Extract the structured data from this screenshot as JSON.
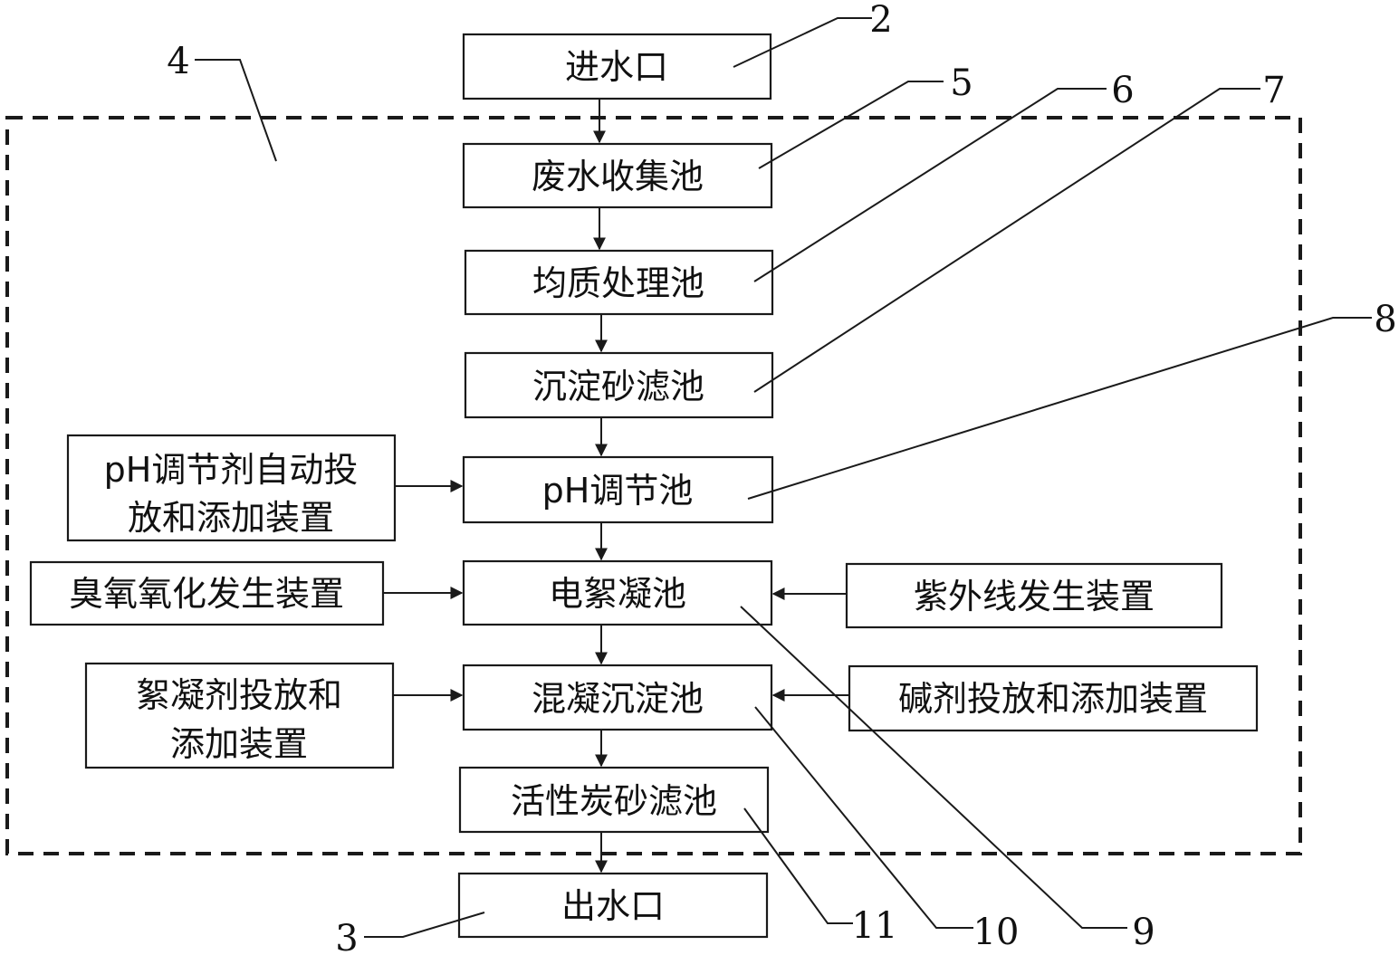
{
  "boxes": {
    "inlet": "进水口",
    "collection_tank": "废水收集池",
    "homogenizing_tank": "均质处理池",
    "sedimentation_sand_filter": "沉淀砂滤池",
    "ph_tank": "pH调节池",
    "electrocoag_tank": "电絮凝池",
    "coag_sedimentation_tank": "混凝沉淀池",
    "activated_carbon_filter": "活性炭砂滤池",
    "outlet": "出水口",
    "ph_dosing": [
      "pH调节剂自动投",
      "放和添加装置"
    ],
    "ozone_generator": "臭氧氧化发生装置",
    "uv_generator": "紫外线发生装置",
    "flocculant_dosing": [
      "絮凝剂投放和",
      "添加装置"
    ],
    "alkali_dosing": "碱剂投放和添加装置"
  },
  "numbers": {
    "n2": "2",
    "n3": "3",
    "n4": "4",
    "n5": "5",
    "n6": "6",
    "n7": "7",
    "n8": "8",
    "n9": "9",
    "n10": "10",
    "n11": "11"
  }
}
